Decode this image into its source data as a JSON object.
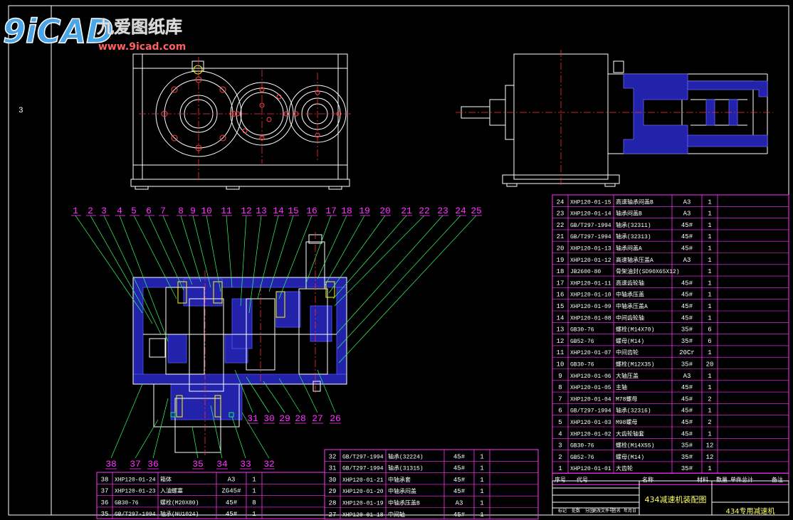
{
  "logo": {
    "mark": "9iCAD",
    "cn_name": "九爱图纸库",
    "url": "www.9icad.com"
  },
  "side_marker": "3",
  "callouts_top": [
    "1",
    "2",
    "3",
    "4",
    "5",
    "6",
    "7",
    "8",
    "9",
    "10",
    "11",
    "12",
    "13",
    "14",
    "15",
    "16",
    "17",
    "18",
    "19",
    "20",
    "21",
    "22",
    "23",
    "24",
    "25"
  ],
  "callouts_bottom": [
    "31",
    "30",
    "29",
    "28",
    "27",
    "26"
  ],
  "callouts_left_bottom": [
    "38",
    "37",
    "36",
    "35",
    "34",
    "33",
    "32"
  ],
  "bom_right": [
    {
      "no": "24",
      "code": "XHP120-01-15",
      "name": "高速轴承闷盖B",
      "mat": "A3",
      "qty": "1"
    },
    {
      "no": "23",
      "code": "XHP120-01-14",
      "name": "轴承闷盖B",
      "mat": "A3",
      "qty": "1"
    },
    {
      "no": "22",
      "code": "GB/T297-1994",
      "name": "轴承(32311)",
      "mat": "45#",
      "qty": "1"
    },
    {
      "no": "21",
      "code": "GB/T297-1994",
      "name": "轴承(32313)",
      "mat": "45#",
      "qty": "1"
    },
    {
      "no": "20",
      "code": "XHP120-01-13",
      "name": "轴承闷盖A",
      "mat": "45#",
      "qty": "1"
    },
    {
      "no": "19",
      "code": "XHP120-01-12",
      "name": "高速轴承压盖A",
      "mat": "A3",
      "qty": "1"
    },
    {
      "no": "18",
      "code": "JB2600-80",
      "name": "骨架油封(SD90X65X12)",
      "mat": "",
      "qty": "1"
    },
    {
      "no": "17",
      "code": "XHP120-01-11",
      "name": "高速齿轮轴",
      "mat": "45#",
      "qty": "1"
    },
    {
      "no": "16",
      "code": "XHP120-01-10",
      "name": "中轴承压盖",
      "mat": "45#",
      "qty": "1"
    },
    {
      "no": "15",
      "code": "XHP120-01-09",
      "name": "中轴承压盖A",
      "mat": "45#",
      "qty": "1"
    },
    {
      "no": "14",
      "code": "XHP120-01-08",
      "name": "中间齿轮轴",
      "mat": "45#",
      "qty": "1"
    },
    {
      "no": "13",
      "code": "GB30-76",
      "name": "螺栓(M14X70)",
      "mat": "35#",
      "qty": "6"
    },
    {
      "no": "12",
      "code": "GB52-76",
      "name": "螺母(M14)",
      "mat": "35#",
      "qty": "6"
    },
    {
      "no": "11",
      "code": "XHP120-01-07",
      "name": "中间齿轮",
      "mat": "20Cr",
      "qty": "1"
    },
    {
      "no": "10",
      "code": "GB30-76",
      "name": "螺栓(M12X35)",
      "mat": "35#",
      "qty": "20"
    },
    {
      "no": "9",
      "code": "XHP120-01-06",
      "name": "大轴压盖",
      "mat": "A3",
      "qty": "1"
    },
    {
      "no": "8",
      "code": "XHP120-01-05",
      "name": "主轴",
      "mat": "45#",
      "qty": "1"
    },
    {
      "no": "7",
      "code": "XHP120-01-04",
      "name": "M78螺母",
      "mat": "45#",
      "qty": "2"
    },
    {
      "no": "6",
      "code": "GB/T297-1994",
      "name": "轴承(32316)",
      "mat": "45#",
      "qty": "1"
    },
    {
      "no": "5",
      "code": "XHP120-01-03",
      "name": "M98螺母",
      "mat": "45#",
      "qty": "2"
    },
    {
      "no": "4",
      "code": "XHP120-01-02",
      "name": "大齿轮轴套",
      "mat": "45#",
      "qty": "1"
    },
    {
      "no": "3",
      "code": "GB30-76",
      "name": "螺栓(M14X55)",
      "mat": "35#",
      "qty": "12"
    },
    {
      "no": "2",
      "code": "GB52-76",
      "name": "螺母(M14)",
      "mat": "35#",
      "qty": "12"
    },
    {
      "no": "1",
      "code": "XHP120-01-01",
      "name": "大齿轮",
      "mat": "35#",
      "qty": "1"
    }
  ],
  "bom_right_header": {
    "no": "序号",
    "code": "代号",
    "name": "名称",
    "qty": "数量",
    "mat": "材料",
    "weight": "单件总计",
    "note": "备注"
  },
  "bom_mid": [
    {
      "no": "32",
      "code": "GB/T297-1994",
      "name": "轴承(32224)",
      "mat": "45#",
      "qty": "1"
    },
    {
      "no": "31",
      "code": "GB/T297-1994",
      "name": "轴承(31315)",
      "mat": "45#",
      "qty": "1"
    },
    {
      "no": "30",
      "code": "XHP120-01-21",
      "name": "中轴承套",
      "mat": "45#",
      "qty": "1"
    },
    {
      "no": "29",
      "code": "XHP120-01-20",
      "name": "中轴承闷盖",
      "mat": "45#",
      "qty": "1"
    },
    {
      "no": "28",
      "code": "XHP120-01-19",
      "name": "中轴承压盖B",
      "mat": "A3",
      "qty": "1"
    },
    {
      "no": "27",
      "code": "XHP120-01-18",
      "name": "中间轴",
      "mat": "45#",
      "qty": "1"
    }
  ],
  "bom_left": [
    {
      "no": "38",
      "code": "XHP120-01-24",
      "name": "箱体",
      "mat": "A3",
      "qty": "1"
    },
    {
      "no": "37",
      "code": "XHP120-01-23",
      "name": "入油螺塞",
      "mat": "ZG45#",
      "qty": "1"
    },
    {
      "no": "36",
      "code": "GB30-76",
      "name": "螺栓(M20X80)",
      "mat": "45#",
      "qty": "8"
    },
    {
      "no": "35",
      "code": "GB/T297-1994",
      "name": "轴承(NU1024)",
      "mat": "45#",
      "qty": "1"
    }
  ],
  "title_block": {
    "drawing_title": "434减速机装配图",
    "drawing_code": "434专用减速机",
    "labels": [
      "标记",
      "处数",
      "分区",
      "更改文件号",
      "签名",
      "年月日"
    ]
  }
}
